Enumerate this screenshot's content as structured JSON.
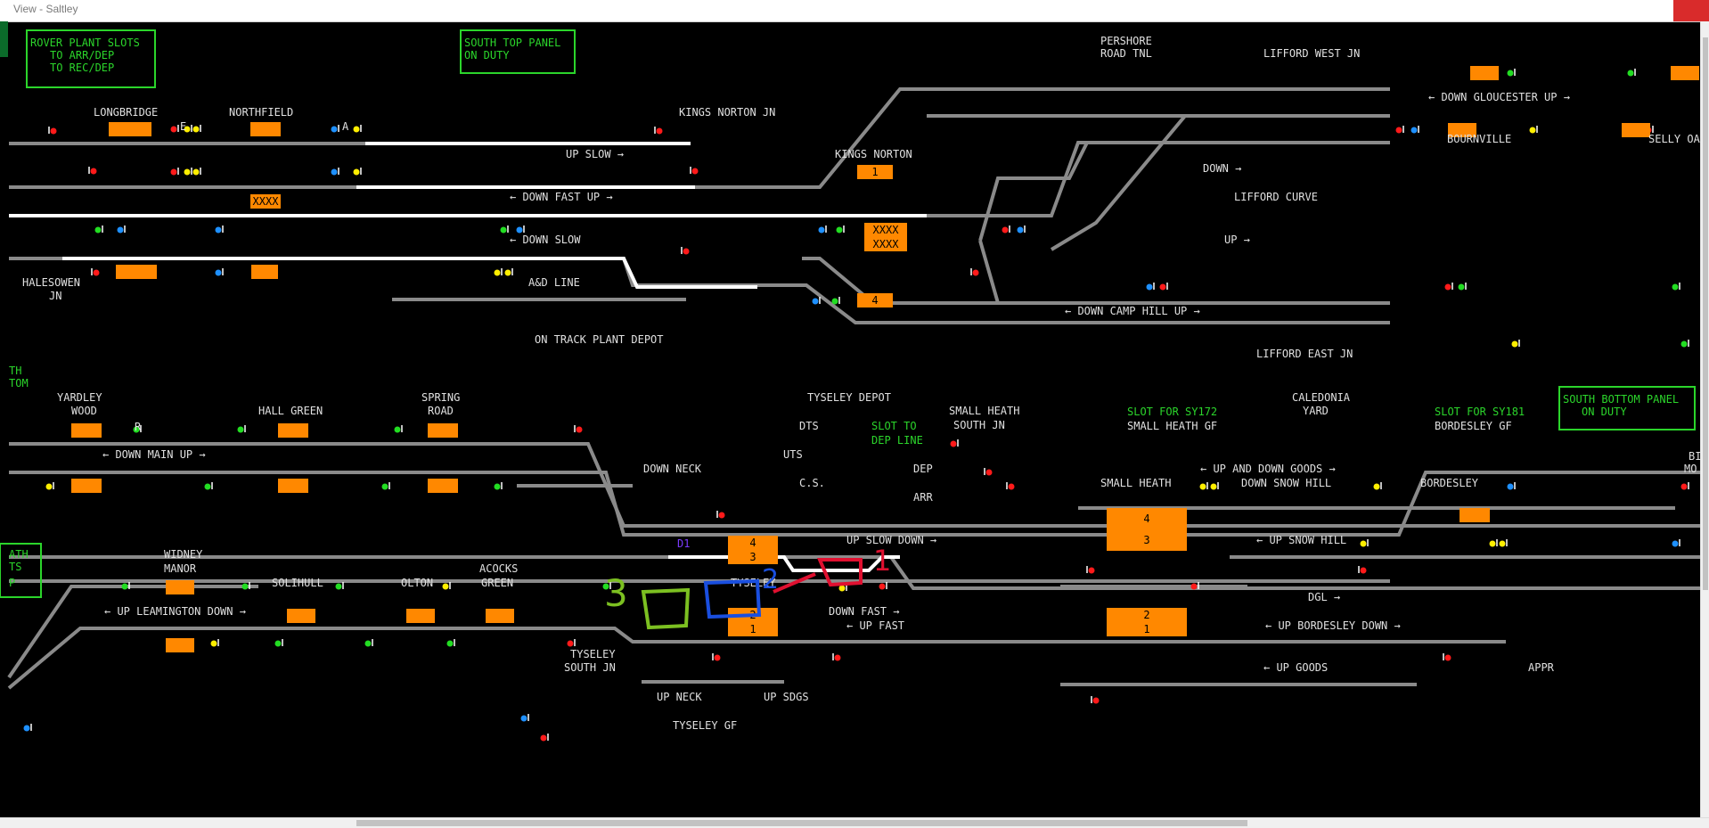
{
  "window": {
    "title": "View - Saltley"
  },
  "colors": {
    "track": "#8a8a8a",
    "track_set": "#ffffff",
    "label": "#e0e0e0",
    "green_text": "#2bd52b",
    "berth": "#ff8800",
    "red": "#ff1a1a",
    "yellow": "#ffee00",
    "green": "#22dd22",
    "blue": "#1e90ff",
    "annotation_red": "#e01030",
    "annotation_blue": "#1a4fe0",
    "annotation_green": "#7cc021"
  },
  "panels": {
    "rover": [
      "ROVER PLANT SLOTS",
      "TO ARR/DEP",
      "TO REC/DEP"
    ],
    "south_top": [
      "SOUTH TOP PANEL",
      "ON DUTY"
    ],
    "south_bottom": [
      "SOUTH BOTTOM PANEL",
      "ON DUTY"
    ],
    "left_partial_1": [
      "TH",
      "TOM"
    ],
    "left_partial_2": [
      "ATH",
      "TS",
      "P"
    ]
  },
  "labels": {
    "longbridge": "LONGBRIDGE",
    "northfield": "NORTHFIELD",
    "kings_norton_jn": "KINGS NORTON JN",
    "kings_norton": "KINGS NORTON",
    "pershore": "PERSHORE",
    "road_tnl": "ROAD TNL",
    "lifford_west_jn": "LIFFORD WEST JN",
    "down_gloucester_up": "← DOWN GLOUCESTER UP →",
    "bournville": "BOURNVILLE",
    "selly_oak": "SELLY OA",
    "up_slow": "UP SLOW →",
    "down_fast_up": "← DOWN FAST UP →",
    "down_slow": "← DOWN SLOW",
    "ad_line": "A&D LINE",
    "on_track_plant_depot": "ON TRACK PLANT DEPOT",
    "halesowen": "HALESOWEN",
    "halesowen_jn": "JN",
    "down": "DOWN →",
    "lifford_curve": "LIFFORD CURVE",
    "up": "UP →",
    "down_camp_hill_up": "← DOWN CAMP HILL UP →",
    "lifford_east_jn": "LIFFORD EAST JN",
    "yardley": "YARDLEY",
    "wood": "WOOD",
    "hall_green": "HALL GREEN",
    "spring": "SPRING",
    "road": "ROAD",
    "down_main_up": "← DOWN MAIN UP →",
    "tyseley_depot": "TYSELEY DEPOT",
    "dts": "DTS",
    "uts": "UTS",
    "cs": "C.S.",
    "slot_to": "SLOT TO",
    "dep_line": "DEP LINE",
    "dep": "DEP",
    "arr": "ARR",
    "small_heath": "SMALL HEATH",
    "south_jn": "SOUTH JN",
    "slot_sy172": "SLOT FOR SY172",
    "small_heath_gf": "SMALL HEATH GF",
    "caledonia": "CALEDONIA",
    "yard": "YARD",
    "slot_sy181": "SLOT FOR SY181",
    "bordesley_gf": "BORDESLEY GF",
    "down_neck": "DOWN NECK",
    "up_and_down_goods": "← UP AND DOWN GOODS →",
    "down_snow_hill": "DOWN SNOW HILL",
    "small_heath_2": "SMALL HEATH",
    "bordesley": "BORDESLEY",
    "bir": "BIR",
    "mo": "MO",
    "up_slow_down": "UP SLOW DOWN →",
    "up_snow_hill": "← UP SNOW HILL",
    "widney": "WIDNEY",
    "manor": "MANOR",
    "solihull": "SOLIHULL",
    "olton": "OLTON",
    "acocks": "ACOCKS",
    "green": "GREEN",
    "tyseley": "TYSELEY",
    "dgl": "DGL →",
    "up_leamington_down": "← UP LEAMINGTON DOWN →",
    "down_fast": "DOWN FAST →",
    "up_fast": "← UP FAST",
    "up_bordesley_down": "← UP BORDESLEY DOWN →",
    "tyseley_south": "TYSELEY",
    "tyseley_south_jn": "SOUTH JN",
    "up_goods": "← UP GOODS",
    "appr": "APPR",
    "up_neck": "UP NECK",
    "up_sdgs": "UP SDGS",
    "tyseley_gf": "TYSELEY GF",
    "d1": "D1",
    "sig_e": "E",
    "sig_a": "A",
    "sig_r": "R"
  },
  "berths": {
    "xxxx": "XXXX",
    "kn_1": "1",
    "kn_x1": "XXXX",
    "kn_x2": "XXXX",
    "kn_4": "4",
    "ty_4": "4",
    "ty_3": "3",
    "ty_2": "2",
    "ty_1": "1",
    "sh_4": "4",
    "sh_3": "3",
    "sh_2": "2",
    "sh_1": "1"
  },
  "annotations": {
    "one": "1",
    "two": "2",
    "three": "3"
  }
}
